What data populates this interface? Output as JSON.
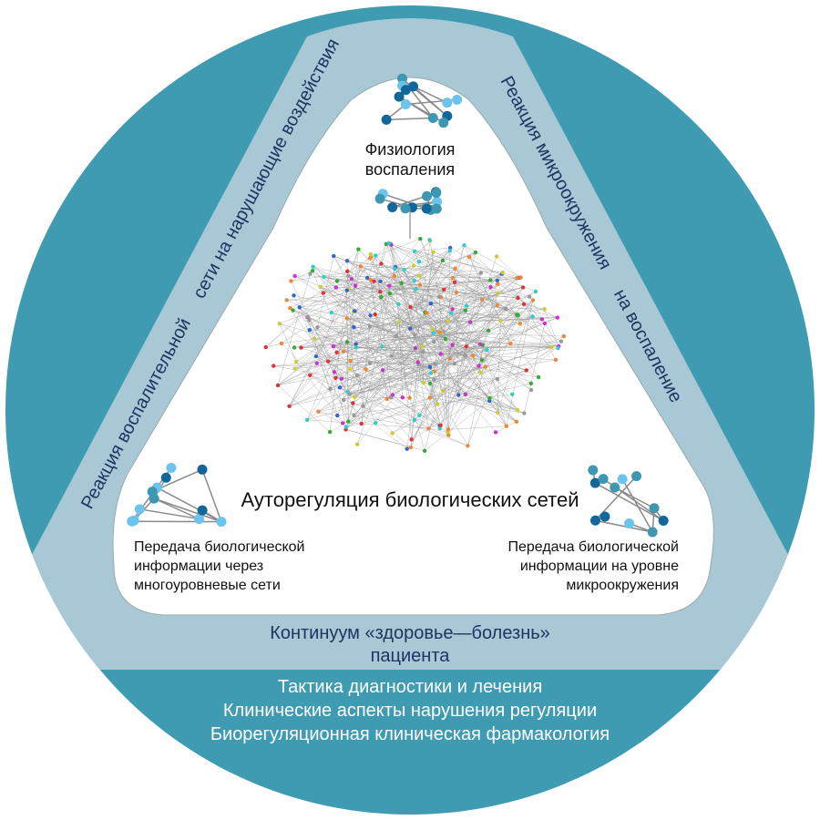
{
  "colors": {
    "outer_ring": "#3e9bb1",
    "band": "#a9c8d5",
    "inner": "#ffffff",
    "dark_text": "#1d3560",
    "node_dark": "#12679a",
    "node_mid": "#3d97b0",
    "node_light": "#6cc4ec",
    "edge": "#8a8a8a"
  },
  "top": {
    "line1": "Физиология",
    "line2": "воспаления"
  },
  "center": {
    "label": "Ауторегуляция биологических сетей"
  },
  "left_band": {
    "line1": "Реакция воспалительной",
    "line2": "сети на нарушающие воздействия"
  },
  "right_band": {
    "line1": "Реакция микроокружения",
    "line2": "на воспаление"
  },
  "bottom_left": {
    "line1": "Передача биологической",
    "line2": "информации через",
    "line3": "многоуровневые сети"
  },
  "bottom_right": {
    "line1": "Передача биологической",
    "line2": "информации на уровне",
    "line3": "микроокружения"
  },
  "bottom_band": {
    "line1": "Континуум «здоровье—болезнь»",
    "line2": "пациента"
  },
  "outer": {
    "ring1": "Тактика диагностики и лечения",
    "ring2": "Клинические аспекты нарушения регуляции",
    "ring3": "Биорегуляционная клиническая фармакология"
  }
}
